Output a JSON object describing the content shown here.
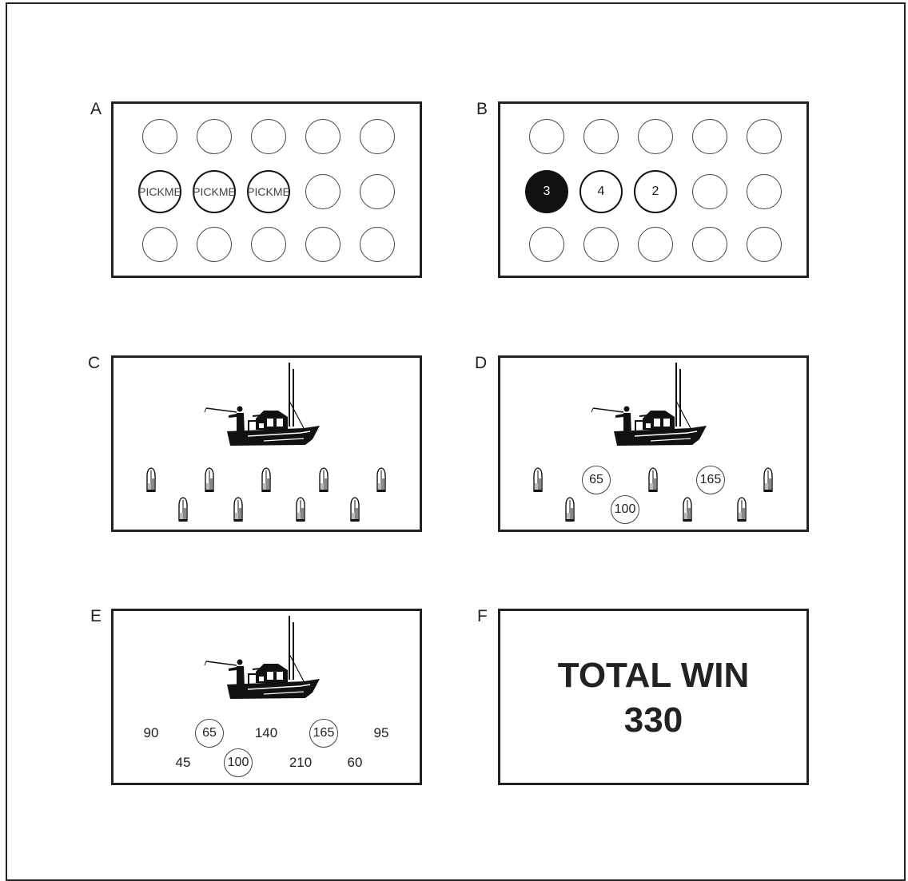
{
  "panels": {
    "a": {
      "label": "A",
      "pick_label": [
        "PICK",
        "ME"
      ]
    },
    "b": {
      "label": "B",
      "picks": [
        {
          "value": "3",
          "state": "revealed-filled"
        },
        {
          "value": "4",
          "state": "revealed"
        },
        {
          "value": "2",
          "state": "revealed"
        }
      ]
    },
    "c": {
      "label": "C",
      "lure_count": 9
    },
    "d": {
      "label": "D",
      "revealed": [
        "65",
        "165",
        "100"
      ]
    },
    "e": {
      "label": "E",
      "top_row": [
        "90",
        "65",
        "140",
        "165",
        "95"
      ],
      "bottom_row": [
        "45",
        "100",
        "210",
        "60"
      ],
      "circled": [
        "65",
        "165",
        "100"
      ]
    },
    "f": {
      "label": "F",
      "total_label": "TOTAL WIN",
      "total_value": "330"
    }
  },
  "icons": {
    "boat": "fishing-boat-icon",
    "lure": "fishing-lure-icon"
  },
  "colors": {
    "ink": "#111111",
    "paper": "#ffffff"
  }
}
